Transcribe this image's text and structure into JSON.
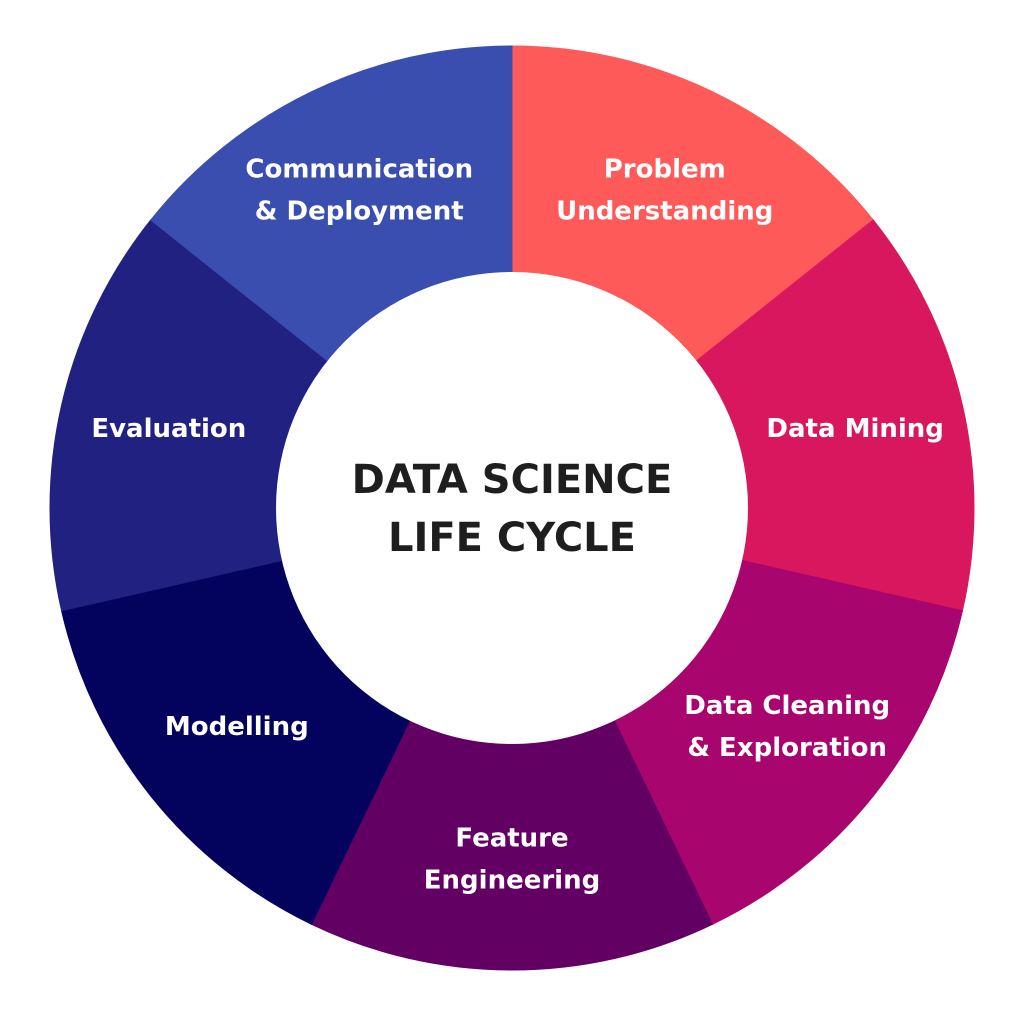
{
  "diagram": {
    "center": {
      "lines": [
        "DATA SCIENCE",
        "LIFE CYCLE"
      ],
      "color": "#1e1e1e"
    },
    "segments": [
      {
        "id": "problem-understanding",
        "lines": [
          "Problem",
          "Understanding"
        ],
        "color": "#ff5a5a"
      },
      {
        "id": "data-mining",
        "lines": [
          "Data Mining"
        ],
        "color": "#d9175f"
      },
      {
        "id": "data-cleaning",
        "lines": [
          "Data Cleaning",
          "& Exploration"
        ],
        "color": "#a8066e"
      },
      {
        "id": "feature-engineering",
        "lines": [
          "Feature",
          "Engineering"
        ],
        "color": "#620063"
      },
      {
        "id": "modelling",
        "lines": [
          "Modelling"
        ],
        "color": "#03035e"
      },
      {
        "id": "evaluation",
        "lines": [
          "Evaluation"
        ],
        "color": "#212181"
      },
      {
        "id": "communication-deployment",
        "lines": [
          "Communication",
          "& Deployment"
        ],
        "color": "#3a4eb0"
      }
    ]
  }
}
